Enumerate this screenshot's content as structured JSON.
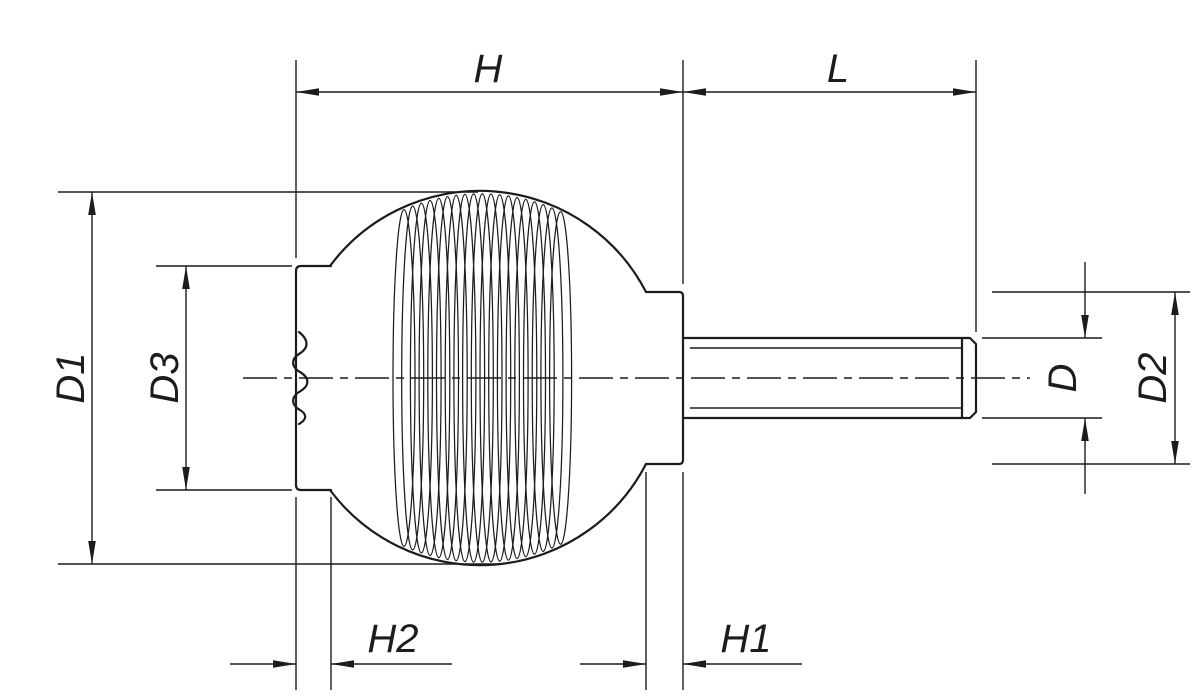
{
  "drawing": {
    "line_color": "#1c1c1c",
    "background_color": "#ffffff",
    "dimensions": {
      "h": "H",
      "l": "L",
      "d1": "D1",
      "d3": "D3",
      "d": "D",
      "d2": "D2",
      "h2": "H2",
      "h1": "H1"
    }
  }
}
